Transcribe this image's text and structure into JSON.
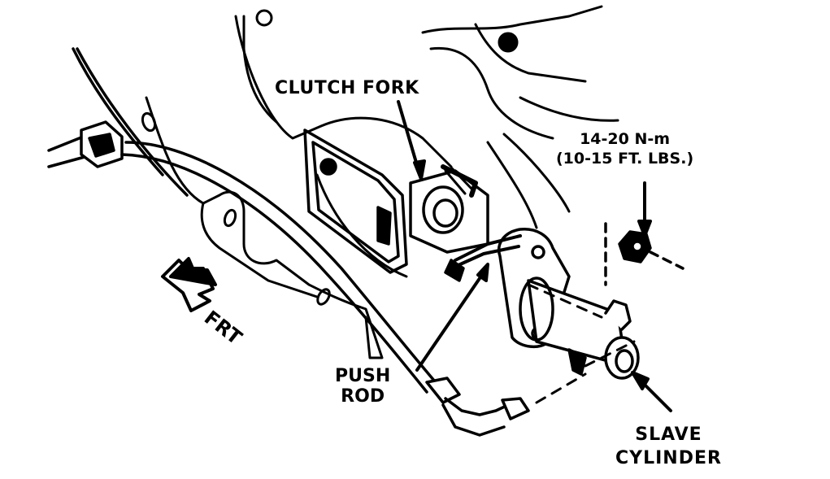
{
  "labels": {
    "clutch_fork": "CLUTCH FORK",
    "torque_nm": "14-20 N-m",
    "torque_ftlbs": "(10-15 FT. LBS.)",
    "push_rod_1": "PUSH",
    "push_rod_2": "ROD",
    "slave_1": "SLAVE",
    "slave_2": "CYLINDER",
    "front": "FRT"
  },
  "colors": {
    "ink": "#000000",
    "paper": "#ffffff"
  }
}
